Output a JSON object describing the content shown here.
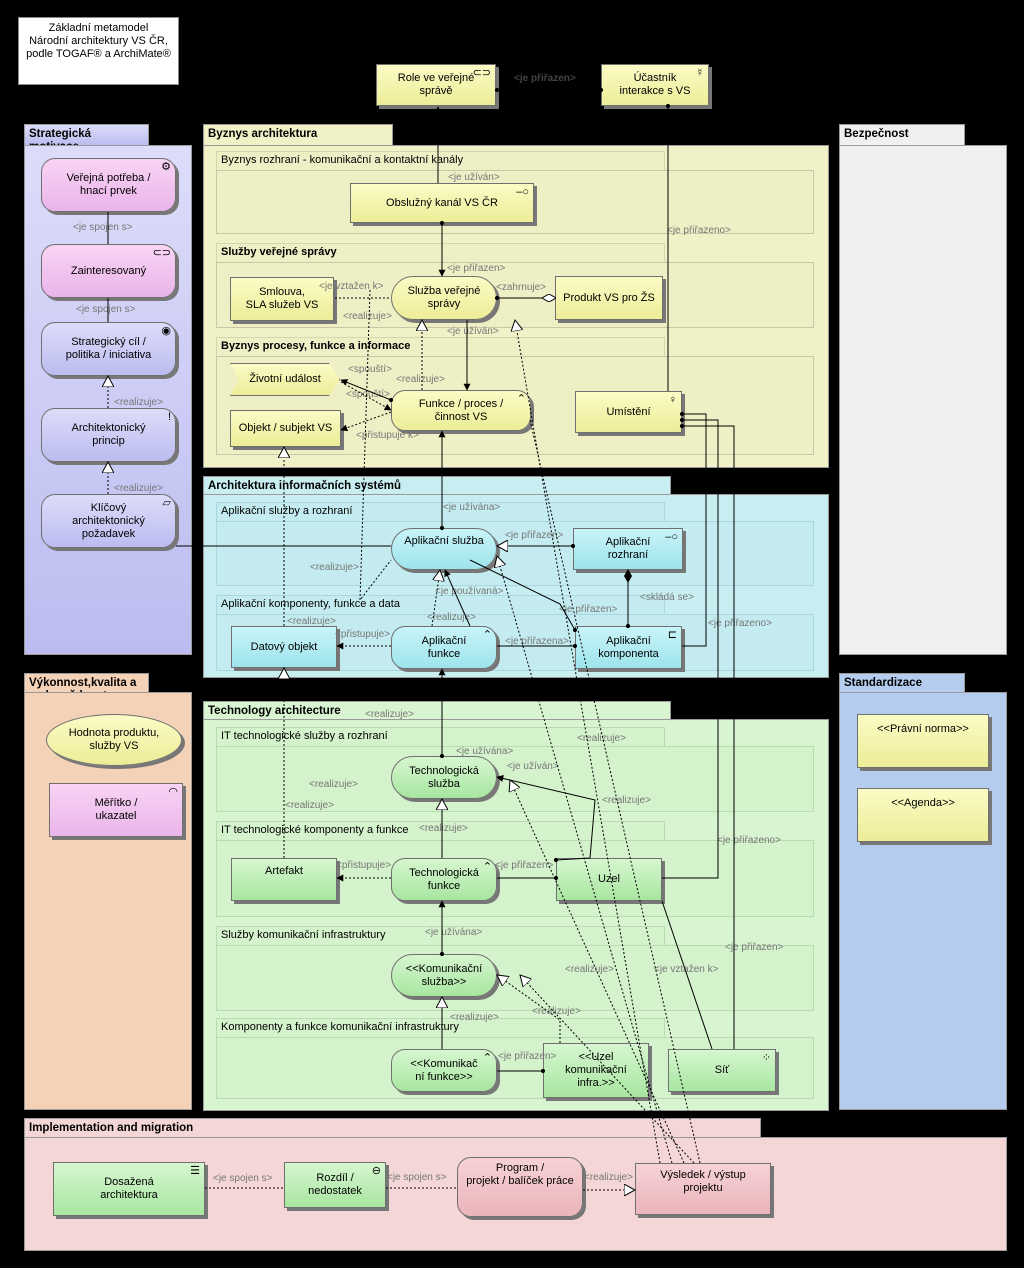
{
  "title_note": "Základní metamodel\nNárodní architektury VS ČR,\npodle TOGAF® a ArchiMate®",
  "groups": {
    "motivation": "Strategická motivace",
    "business": "Byznys architektura",
    "security": "Bezpečnost",
    "performance": "Výkonnost,kvalita a\nzodpovědnost",
    "standards": "Standardizace",
    "is": "Architektura informačních systémů",
    "tech": "Technology architecture",
    "impl": "Implementation and migration"
  },
  "subgroups": {
    "channels": "Byznys rozhraní - komunikační a kontaktní kanály",
    "services": "Služby veřejné správy",
    "processes": "Byznys procesy, funkce a informace",
    "app_services": "Aplikační služby a rozhraní",
    "app_components": "Aplikační komponenty, funkce a data",
    "it_services": "IT technologické služby a rozhraní",
    "it_components": "IT technologické komponenty a funkce",
    "comm_services": "Služby komunikační infrastruktury",
    "comm_components": "Komponenty a funkce komunikační infrastruktury"
  },
  "elements": {
    "role": "Role ve veřejné\nsprávě",
    "actor": "Účastník\ninterakce s VS",
    "channel": "Obslužný kanál VS ČR",
    "contract": "Smlouva,\nSLA služeb VS",
    "pub_service": "Služba veřejné\nsprávy",
    "product": "Produkt VS pro ŽS",
    "event": "Životní událost",
    "process": "Funkce / proces /\nčinnost VS",
    "location": "Umístění",
    "object": "Objekt / subjekt VS",
    "need": "Veřejná potřeba /\nhnací prvek",
    "stakeholder": "Zainteresovaný",
    "goal": "Strategický cíl /\npolitika / iniciativa",
    "principle": "Architektonický\nprincip",
    "requirement": "Klíčový\narchitektonický\npožadavek",
    "product_value": "Hodnota produktu,\nslužby VS",
    "metric": "Měřítko /\nukazatel",
    "legal_norm": "<<Právní norma>>",
    "agenda": "<<Agenda>>",
    "app_service": "Aplikační služba",
    "app_interface": "Aplikační\nrozhraní",
    "data_object": "Datový objekt",
    "app_function": "Aplikační\nfunkce",
    "app_component": "Aplikační\nkomponenta",
    "tech_service": "Technologická\nslužba",
    "artifact": "Artefakt",
    "tech_function": "Technologická\nfunkce",
    "node": "Uzel",
    "comm_service": "<<Komunikační\nslužba>>",
    "comm_function": "<<Komunikač\nní funkce>>",
    "comm_node": "<<Uzel\nkomunikační\ninfra.>>",
    "network": "Síť",
    "baseline": "Dosažená\narchitektura",
    "gap": "Rozdíl /\nnedostatek",
    "program": "Program /\nprojekt / balíček práce",
    "deliverable": "Výsledek / výstup\nprojektu"
  },
  "relations": {
    "assigned_to": "<je přiřazen>",
    "used_by": "<je užíván>",
    "assigned": "<je přiřazeno>",
    "assigned_m": "<je přiřazen>",
    "associated": "<je spojen s>",
    "associated2": "<je spojen s>",
    "related": "<je vztažen k>",
    "realizes": "<realizuje>",
    "includes": "<zahrnuje>",
    "triggers": "<spouští>",
    "triggers2": "<spouští>",
    "realizes2": "<realizuje>",
    "accesses": "<přistupuje k>",
    "realizes_p": "<realizuje>",
    "realizes_r": "<realizuje>",
    "used_by_a": "<je užívána>",
    "assigned_a": "<je přiřazen>",
    "realizes_a": "<realizuje>",
    "used_a2": "<je používaná>",
    "realizes_a2": "<realizuje>",
    "composed": "<skládá se>",
    "assigned_c": "<je přiřazen>",
    "assigned_c2": "<je přiřazeno>",
    "accesses2": "<přistupuje>",
    "assigned_f": "<je přiřazena>",
    "realizes_t": "<realizuje>",
    "used_t": "<je užívána>",
    "used_t2": "<je užíván>",
    "realizes_t2": "<realizuje>",
    "realizes_t3": "<realizuje>",
    "realizes_t4": "<realizuje>",
    "realizes_t5": "<realizuje>",
    "realizes_t6": "<realizuje>",
    "accesses3": "<přistupuje>",
    "assigned_t": "<je přiřazen>",
    "assigned_t2": "<je přiřazeno>",
    "used_t3": "<je užívána>",
    "realizes_c": "<realizuje>",
    "related_c": "<je vztažen k>",
    "assigned_c3": "<je přiřazen>",
    "realizes_c2": "<realizuje>",
    "realizes_c3": "<realizuje>",
    "assigned_c4": "<je přiřazen>",
    "assoc_i1": "<je spojen s>",
    "assoc_i2": "<je spojen s>",
    "realizes_i": "<realizuje>"
  },
  "colors": {
    "business": "#f1f1c8",
    "application": "#c8eef2",
    "technology": "#d8f4d0",
    "motivation": "#c8c8f2",
    "performance": "#f4d2b8",
    "standards": "#b4ccee",
    "implementation": "#f4d6d6"
  }
}
